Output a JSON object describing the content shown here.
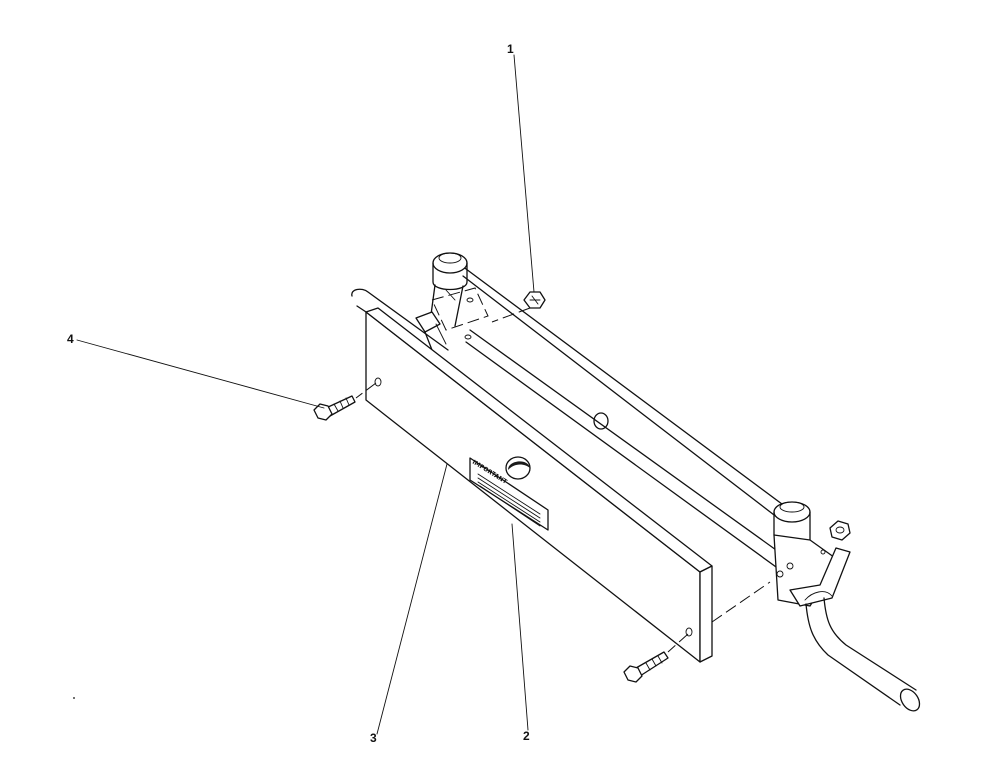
{
  "diagram": {
    "callouts": [
      {
        "id": "1",
        "label": "1"
      },
      {
        "id": "2",
        "label": "2"
      },
      {
        "id": "3",
        "label": "3"
      },
      {
        "id": "4",
        "label": "4"
      }
    ],
    "decal": {
      "title": "IMPORTANT"
    }
  }
}
